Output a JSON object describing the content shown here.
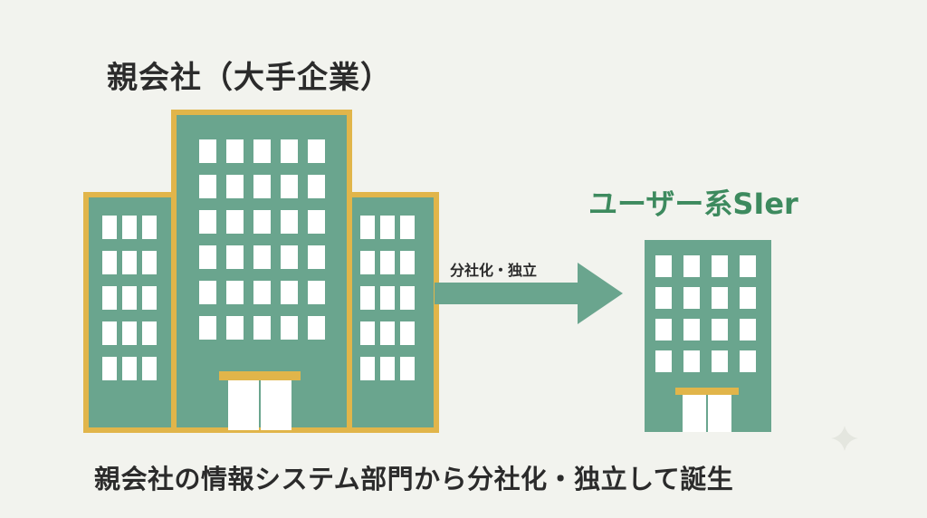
{
  "parent": {
    "title": "親会社（大手企業）"
  },
  "child": {
    "title": "ユーザー系SIer"
  },
  "arrow": {
    "label": "分社化・独立"
  },
  "caption": "親会社の情報システム部門から分社化・独立して誕生",
  "colors": {
    "building": "#6aa58e",
    "outline": "#e1b54a",
    "window": "#ffffff",
    "accent_text": "#3d8a5e",
    "background": "#f2f3ee"
  }
}
